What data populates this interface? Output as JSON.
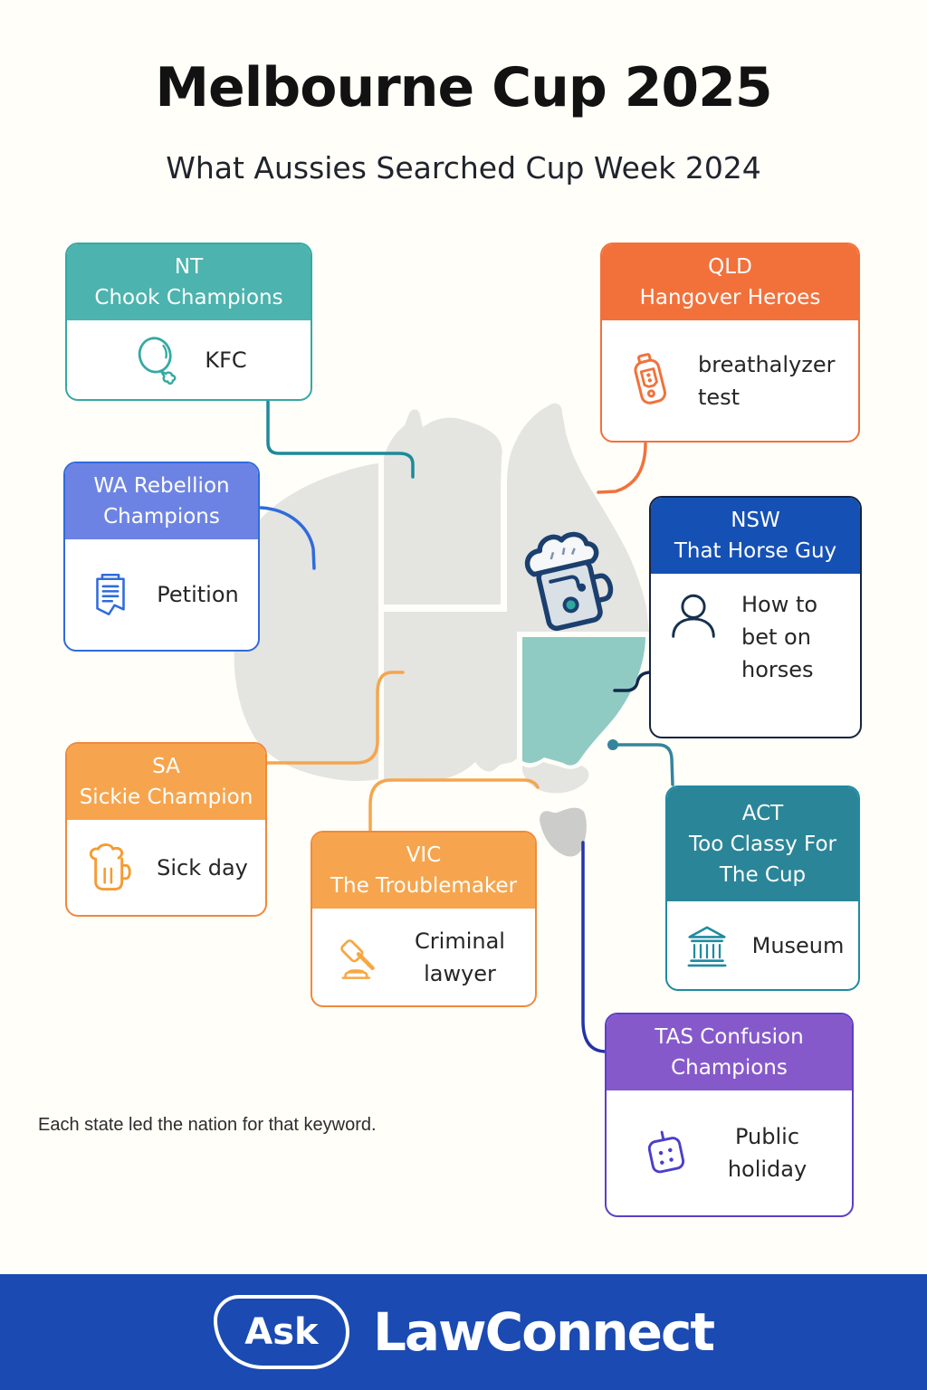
{
  "page": {
    "title": "Melbourne Cup 2025",
    "subtitle": "What Aussies Searched Cup Week 2024",
    "caption": "Each state led the nation for that keyword."
  },
  "map": {
    "country": "Australia",
    "base_color": "#E4E4E1",
    "highlight_state": "NSW",
    "highlight_color": "#8FCBC3",
    "tasmania_color": "#CCCCCA",
    "center_icon": "beer-mug-icon"
  },
  "cards": [
    {
      "id": "nt",
      "state": "NT",
      "title_lines": [
        "NT",
        "Chook Champions"
      ],
      "keyword": "KFC",
      "icon": "chicken-drumstick-icon",
      "accent": "#4CB3AE",
      "border": "#35A9A4",
      "icon_color": "#35A9A4"
    },
    {
      "id": "qld",
      "state": "QLD",
      "title_lines": [
        "QLD",
        "Hangover Heroes"
      ],
      "keyword": "breathalyzer test",
      "icon": "breathalyzer-icon",
      "accent": "#F2713B",
      "border": "#F2713B",
      "icon_color": "#F2713B"
    },
    {
      "id": "wa",
      "state": "WA",
      "title_lines": [
        "WA Rebellion",
        "Champions"
      ],
      "keyword": "Petition",
      "icon": "petition-icon",
      "accent": "#6D83E4",
      "border": "#2F6BDB",
      "icon_color": "#2F6BDB"
    },
    {
      "id": "nsw",
      "state": "NSW",
      "title_lines": [
        "NSW",
        "That Horse Guy"
      ],
      "keyword": "How to bet on horses",
      "icon": "person-icon",
      "accent": "#1551B5",
      "border": "#16243F",
      "icon_color": "#16304F"
    },
    {
      "id": "sa",
      "state": "SA",
      "title_lines": [
        "SA",
        "Sickie Champion"
      ],
      "keyword": "Sick day",
      "icon": "beer-mug-icon",
      "accent": "#F6A54E",
      "border": "#F0893C",
      "icon_color": "#F59B33"
    },
    {
      "id": "vic",
      "state": "VIC",
      "title_lines": [
        "VIC",
        "The Troublemaker"
      ],
      "keyword": "Criminal lawyer",
      "icon": "gavel-icon",
      "accent": "#F6A54E",
      "border": "#F0893C",
      "icon_color": "#F5A843"
    },
    {
      "id": "act",
      "state": "ACT",
      "title_lines": [
        "ACT",
        "Too Classy For",
        "The Cup"
      ],
      "keyword": "Museum",
      "icon": "museum-icon",
      "accent": "#2B8598",
      "border": "#1F8BA0",
      "icon_color": "#1F8BA0"
    },
    {
      "id": "tas",
      "state": "TAS",
      "title_lines": [
        "TAS Confusion",
        "Champions"
      ],
      "keyword": "Public holiday",
      "icon": "calendar-icon",
      "accent": "#8659CB",
      "border": "#5B3FC6",
      "icon_color": "#4B3FC8"
    }
  ],
  "footer": {
    "ask_label": "Ask",
    "brand": "LawConnect",
    "background": "#1A4AB2"
  }
}
